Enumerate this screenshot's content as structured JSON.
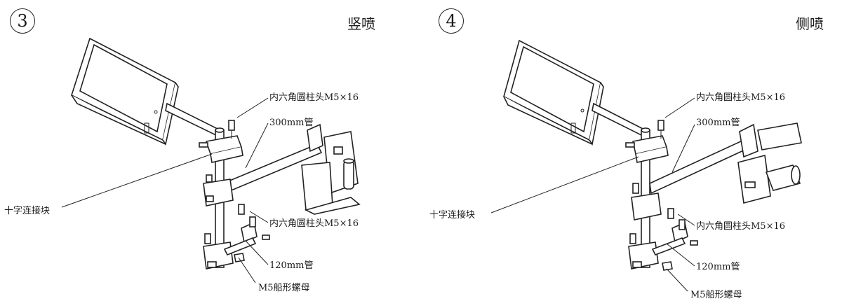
{
  "panels": [
    {
      "step": "3",
      "title": "竖喷",
      "labels": {
        "screw_top": "内六角圆柱头M5×16",
        "tube_300": "300mm管",
        "cross_block": "十字连接块",
        "screw_bottom": "内六角圆柱头M5×16",
        "tube_120": "120mm管",
        "nut": "M5船形螺母"
      }
    },
    {
      "step": "4",
      "title": "侧喷",
      "labels": {
        "screw_top": "内六角圆柱头M5×16",
        "tube_300": "300mm管",
        "cross_block": "十字连接块",
        "screw_bottom": "内六角圆柱头M5×16",
        "tube_120": "120mm管",
        "nut": "M5船形螺母"
      }
    }
  ]
}
